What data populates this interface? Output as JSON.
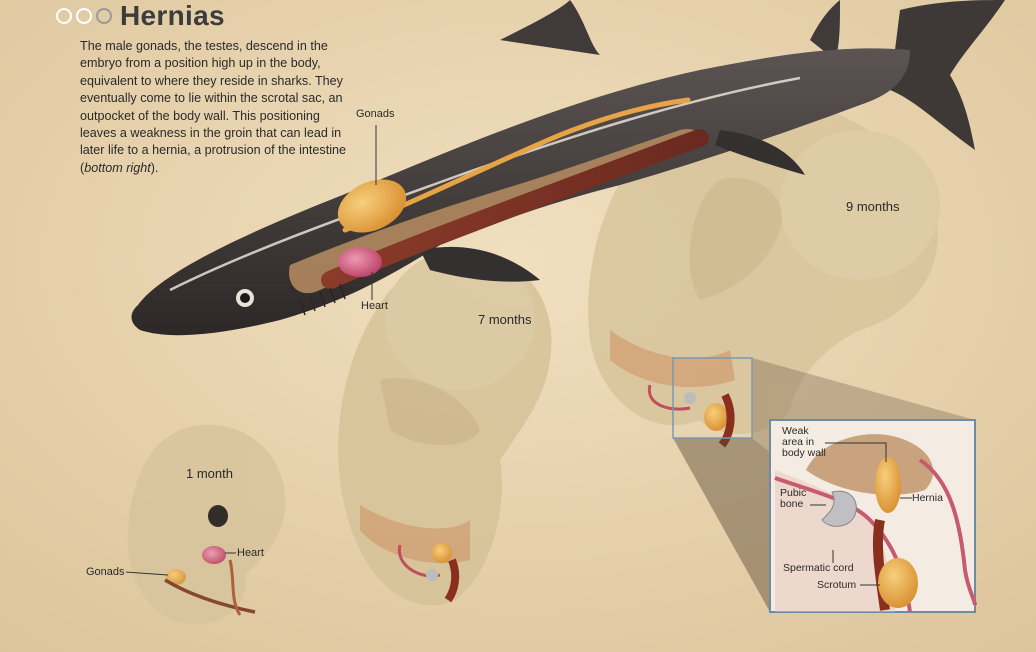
{
  "header": {
    "title": "Hernias",
    "body_pre": "The male gonads, the testes, descend in the embryo from a position high up in the body, equivalent to where they reside in sharks. They eventually come to lie within the scrotal sac, an outpocket of the body wall. This positioning leaves a weakness in the groin that can lead in later life to a hernia, a protrusion of the intestine (",
    "body_italic": "bottom right",
    "body_post": ")."
  },
  "labels": {
    "shark_gonads": "Gonads",
    "shark_heart": "Heart",
    "stage_1_month": "1 month",
    "stage_7_months": "7 months",
    "stage_9_months": "9 months",
    "embryo_heart": "Heart",
    "embryo_gonads": "Gonads",
    "inset_weak_area": "Weak area in body wall",
    "inset_hernia": "Hernia",
    "inset_pubic_bone": "Pubic bone",
    "inset_spermatic_cord": "Spermatic cord",
    "inset_scrotum": "Scrotum"
  },
  "colors": {
    "background": "#e8d3ad",
    "shark_body": "#4a4443",
    "fetus": "#d9c8a1",
    "gonad": "#e6a447",
    "heart": "#c74b72",
    "inset_border": "#6f8ba2"
  }
}
